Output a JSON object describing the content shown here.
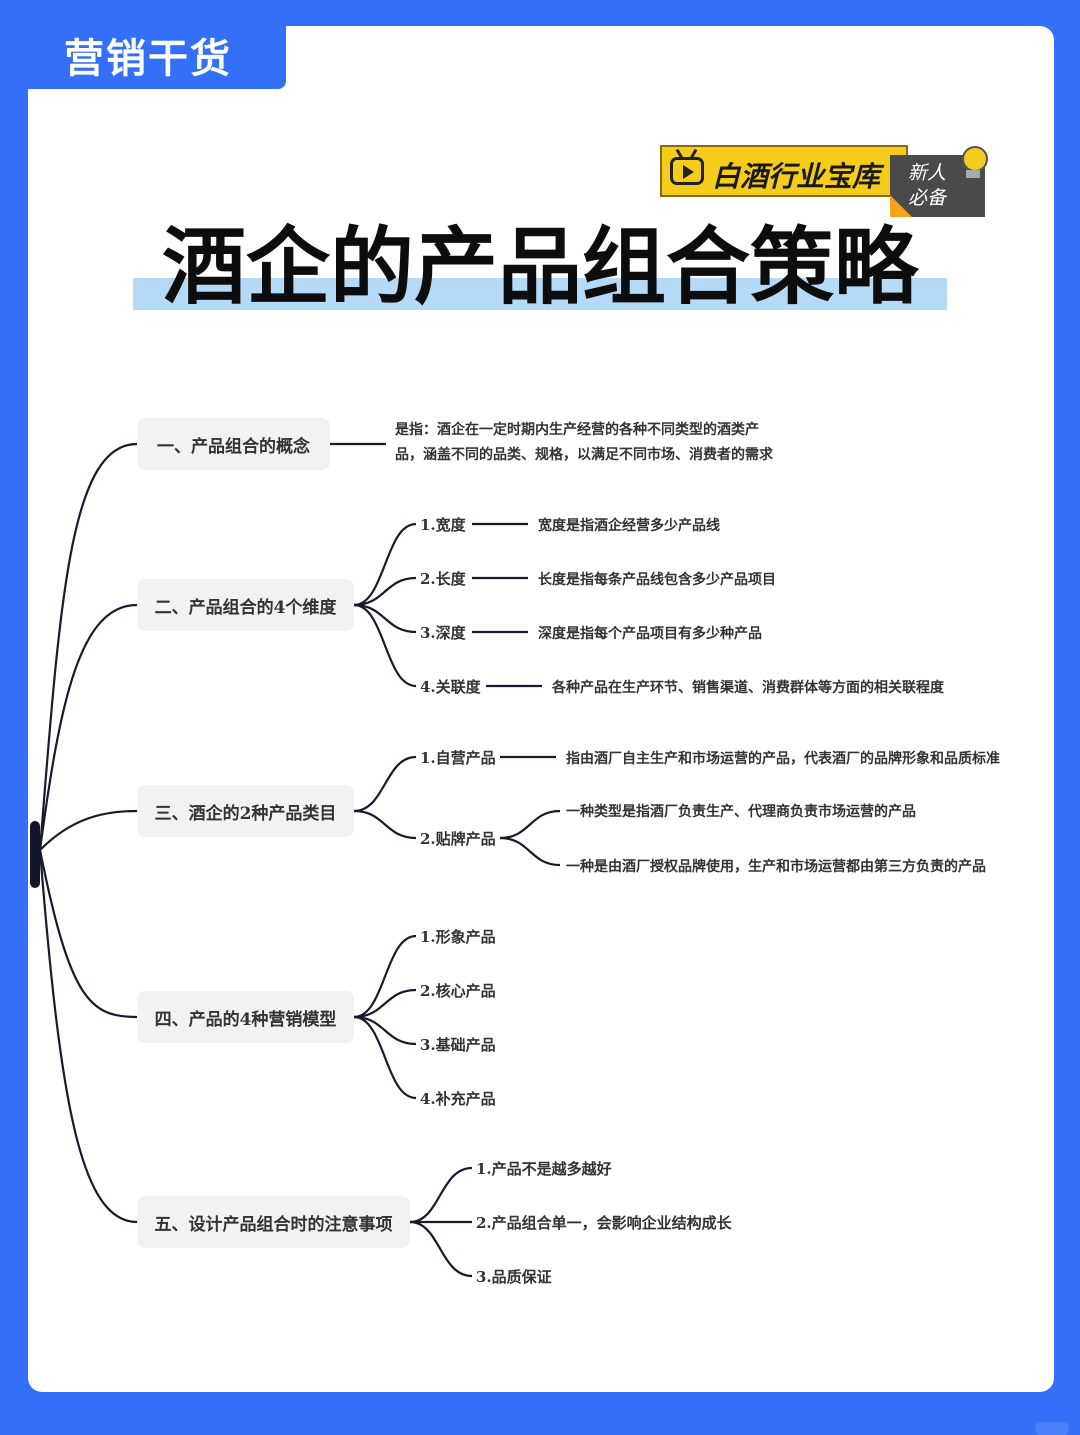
{
  "header": {
    "tag_label": "营销干货",
    "badge_label": "白酒行业宝库",
    "badge_side_label": "新人必备",
    "title": "酒企的产品组合策略"
  },
  "colors": {
    "frame_blue": "#3370f7",
    "title_highlight": "#b4daf7",
    "badge_yellow": "#f6cc1c",
    "badge_dark": "#4a4a4a",
    "node_bg": "#f2f2f2",
    "line": "#1a1a2e"
  },
  "mindmap": {
    "branches": [
      {
        "label": "一、产品组合的概念",
        "description": "是指：酒企在一定时期内生产经营的各种不同类型的酒类产品，涵盖不同的品类、规格，以满足不同市场、消费者的需求"
      },
      {
        "label": "二、产品组合的4个维度",
        "children": [
          {
            "label": "1.宽度",
            "description": "宽度是指酒企经营多少产品线"
          },
          {
            "label": "2.长度",
            "description": "长度是指每条产品线包含多少产品项目"
          },
          {
            "label": "3.深度",
            "description": "深度是指每个产品项目有多少种产品"
          },
          {
            "label": "4.关联度",
            "description": "各种产品在生产环节、销售渠道、消费群体等方面的相关联程度"
          }
        ]
      },
      {
        "label": "三、酒企的2种产品类目",
        "children": [
          {
            "label": "1.自营产品",
            "description": "指由酒厂自主生产和市场运营的产品，代表酒厂的品牌形象和品质标准"
          },
          {
            "label": "2.贴牌产品",
            "sub": [
              "一种类型是指酒厂负责生产、代理商负责市场运营的产品",
              "一种是由酒厂授权品牌使用，生产和市场运营都由第三方负责的产品"
            ]
          }
        ]
      },
      {
        "label": "四、产品的4种营销模型",
        "children": [
          {
            "label": "1.形象产品"
          },
          {
            "label": "2.核心产品"
          },
          {
            "label": "3.基础产品"
          },
          {
            "label": "4.补充产品"
          }
        ]
      },
      {
        "label": "五、设计产品组合时的注意事项",
        "children": [
          {
            "label": "1.产品不是越多越好"
          },
          {
            "label": "2.产品组合单一，会影响企业结构成长"
          },
          {
            "label": "3.品质保证"
          }
        ]
      }
    ]
  }
}
